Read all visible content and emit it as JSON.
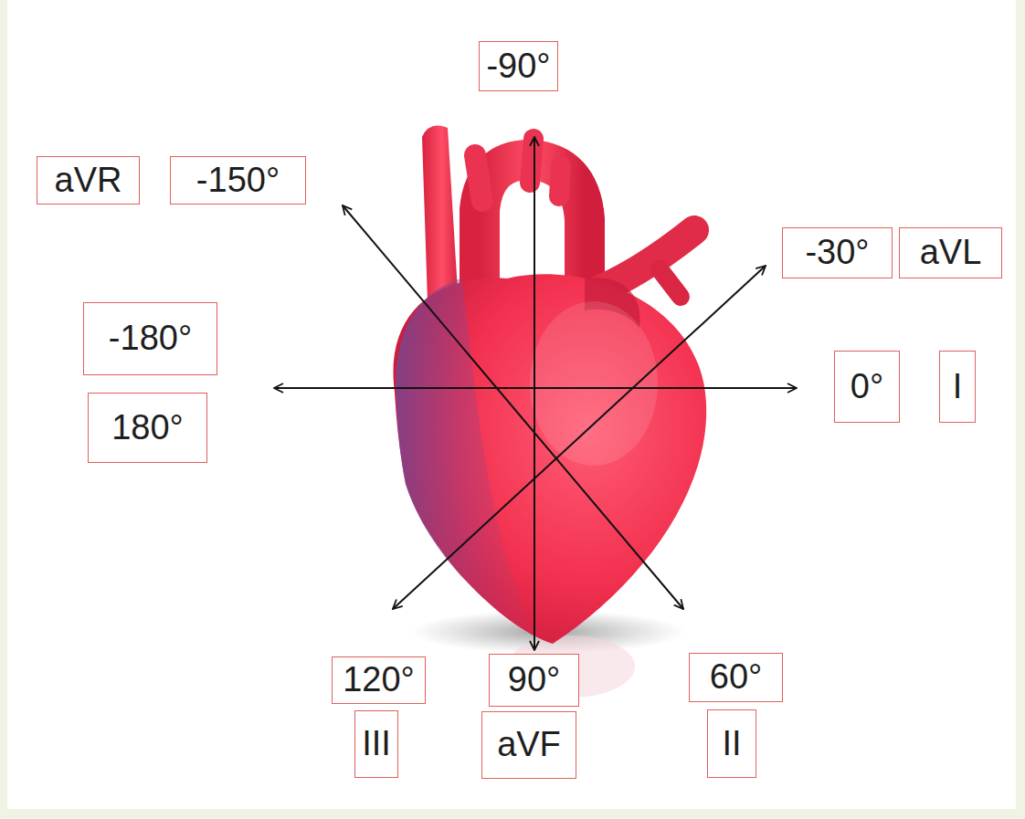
{
  "diagram": {
    "nodes": [
      {
        "text": [
          "-90°"
        ]
      },
      {
        "text": [
          "aVR"
        ]
      },
      {
        "text": [
          "-150°"
        ]
      },
      {
        "text": [
          "-30°"
        ]
      },
      {
        "text": [
          "aVL"
        ]
      },
      {
        "text": [
          "-180°"
        ]
      },
      {
        "text": [
          "0°"
        ]
      },
      {
        "text": [
          "I"
        ]
      },
      {
        "text": [
          "180°"
        ]
      },
      {
        "text": [
          "120°"
        ]
      },
      {
        "text": [
          "90°"
        ]
      },
      {
        "text": [
          "60°"
        ]
      },
      {
        "text": [
          "III"
        ]
      },
      {
        "text": [
          "aVF"
        ]
      },
      {
        "text": [
          "II"
        ]
      }
    ]
  }
}
